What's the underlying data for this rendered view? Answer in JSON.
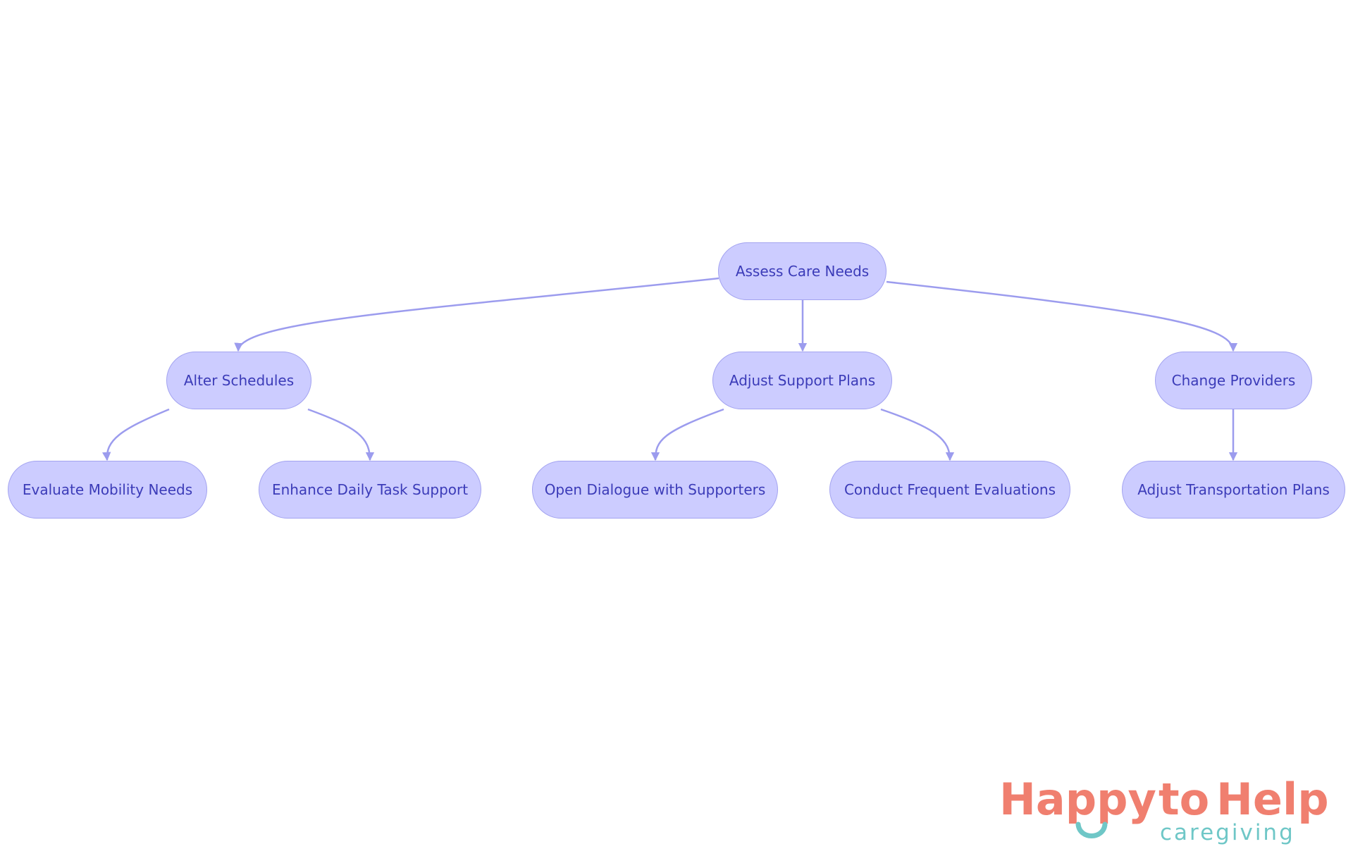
{
  "diagram": {
    "nodes": {
      "assess": "Assess Care Needs",
      "alter": "Alter Schedules",
      "adjust_support": "Adjust Support Plans",
      "change": "Change Providers",
      "mobility": "Evaluate Mobility Needs",
      "daily": "Enhance Daily Task Support",
      "dialogue": "Open Dialogue with Supporters",
      "evaluations": "Conduct Frequent Evaluations",
      "transport": "Adjust Transportation Plans"
    },
    "edges": [
      [
        "assess",
        "alter"
      ],
      [
        "assess",
        "adjust_support"
      ],
      [
        "assess",
        "change"
      ],
      [
        "alter",
        "mobility"
      ],
      [
        "alter",
        "daily"
      ],
      [
        "adjust_support",
        "dialogue"
      ],
      [
        "adjust_support",
        "evaluations"
      ],
      [
        "change",
        "transport"
      ]
    ],
    "colors": {
      "node_fill": "#ccccff",
      "node_border": "#a3a3f0",
      "node_text": "#3b3bb8",
      "edge": "#9c9cee"
    }
  },
  "logo": {
    "word_happy": "Happy",
    "word_to": "to",
    "word_help": "Help",
    "subtitle": "caregiving",
    "primary_color": "#f07f6f",
    "secondary_color": "#6fc7c7"
  }
}
